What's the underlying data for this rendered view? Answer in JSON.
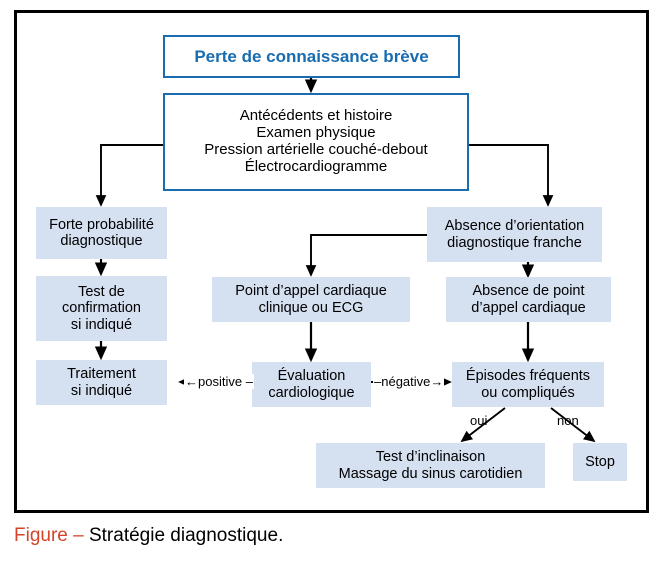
{
  "figure": {
    "caption_lead": "Figure – ",
    "caption_text": "Stratégie diagnostique.",
    "frame_color": "#000000",
    "accent_blue": "#1a6cb0",
    "node_fill": "#d5e0f1",
    "caption_lead_color": "#d4442a"
  },
  "nodes": {
    "start": {
      "label": "Perte de connaissance brève"
    },
    "assessment": {
      "label": "Antécédents et histoire\nExamen physique\nPression artérielle couché-debout\nÉlectrocardiogramme"
    },
    "high_probability": {
      "label": "Forte probabilité\ndiagnostique"
    },
    "confirmation_test": {
      "label": "Test de\nconfirmation\nsi indiqué"
    },
    "treatment": {
      "label": "Traitement\nsi indiqué"
    },
    "no_orientation": {
      "label": "Absence d’orientation\ndiagnostique franche"
    },
    "cardiac_point": {
      "label": "Point d’appel cardiaque\nclinique ou ECG"
    },
    "no_cardiac_point": {
      "label": "Absence de point\nd’appel cardiaque"
    },
    "cardiac_eval": {
      "label": "Évaluation\ncardiologique"
    },
    "frequent_episodes": {
      "label": "Épisodes fréquents\nou compliqués"
    },
    "tilt_test": {
      "label": "Test d’inclinaison\nMassage du sinus carotidien"
    },
    "stop": {
      "label": "Stop"
    }
  },
  "edge_labels": {
    "positive": "←positive –",
    "negative": "–négative→",
    "yes": "oui",
    "no": "non"
  }
}
